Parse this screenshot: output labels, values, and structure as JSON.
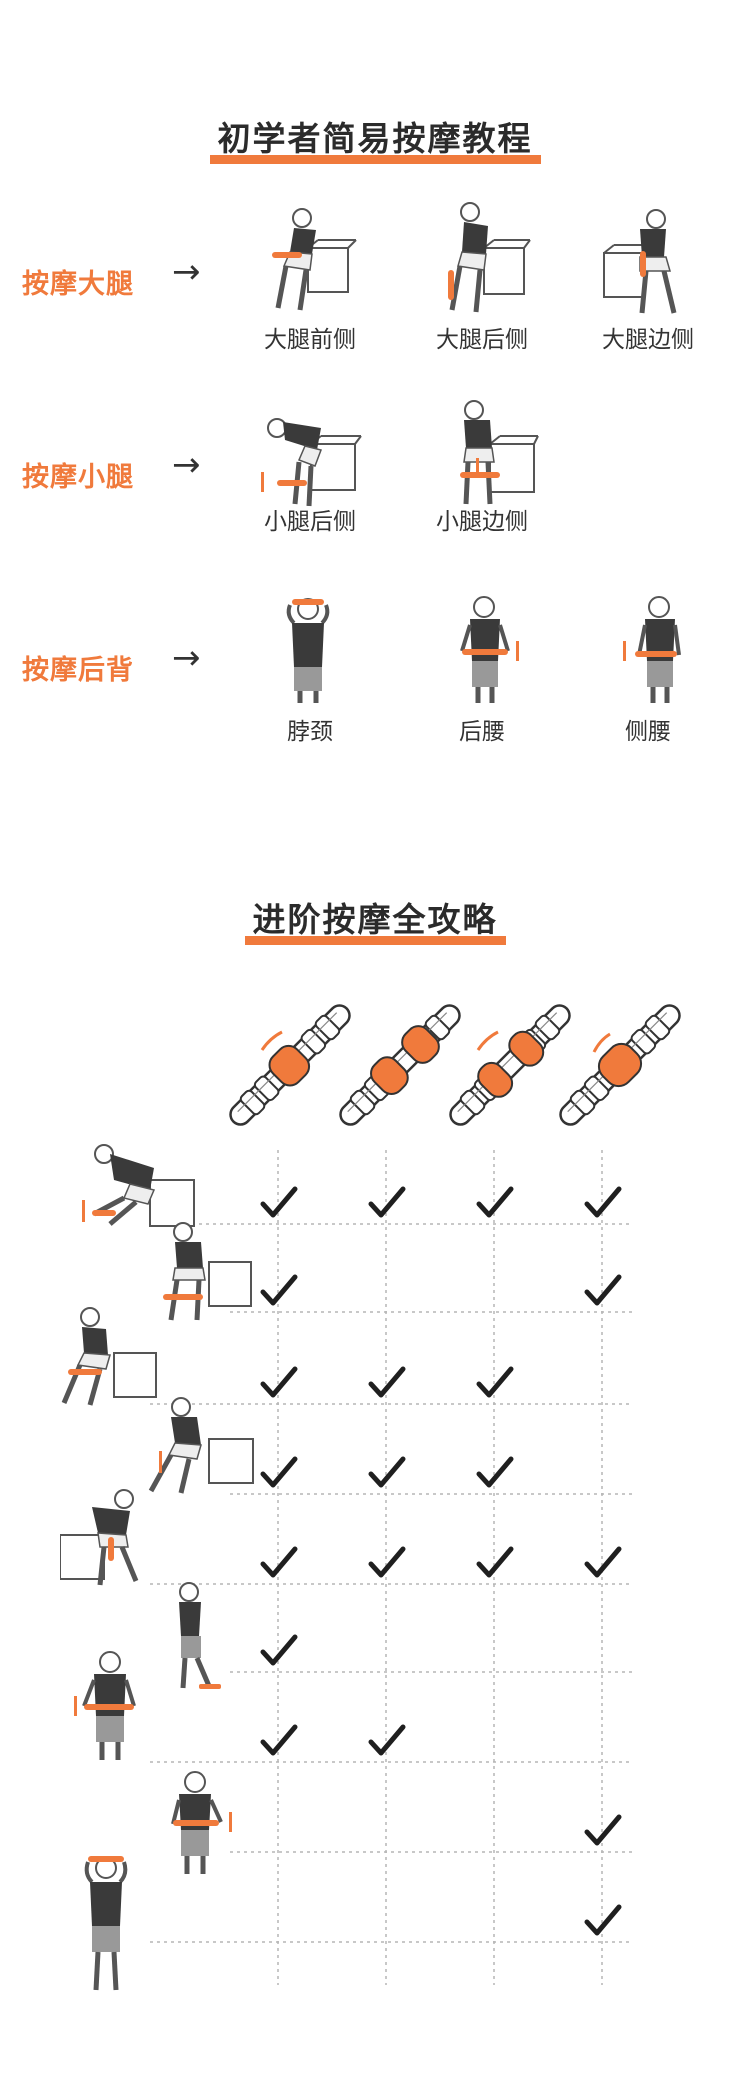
{
  "beginner": {
    "title": "初学者简易按摩教程",
    "rows": [
      {
        "label": "按摩大腿",
        "arrow": "→",
        "items": [
          "大腿前侧",
          "大腿后侧",
          "大腿边侧"
        ]
      },
      {
        "label": "按摩小腿",
        "arrow": "→",
        "items": [
          "小腿后侧",
          "小腿边侧"
        ]
      },
      {
        "label": "按摩后背",
        "arrow": "→",
        "items": [
          "脖颈",
          "后腰",
          "侧腰"
        ]
      }
    ]
  },
  "advanced": {
    "title": "进阶按摩全攻略",
    "tools": [
      "roller-1",
      "roller-2",
      "roller-3",
      "roller-4"
    ],
    "matrix": [
      [
        true,
        true,
        true,
        true
      ],
      [
        true,
        false,
        false,
        true
      ],
      [
        true,
        true,
        true,
        false
      ],
      [
        true,
        true,
        true,
        false
      ],
      [
        true,
        true,
        true,
        true
      ],
      [
        true,
        false,
        false,
        false
      ],
      [
        true,
        true,
        false,
        false
      ],
      [
        false,
        false,
        false,
        true
      ],
      [
        false,
        false,
        false,
        true
      ]
    ]
  },
  "colors": {
    "accent": "#f07a3c",
    "ink": "#2b2b2b",
    "grid": "#b5b5b5"
  },
  "icons": {
    "check": "check-icon",
    "figure": "person-figure-icon",
    "roller": "massage-roller-icon"
  }
}
